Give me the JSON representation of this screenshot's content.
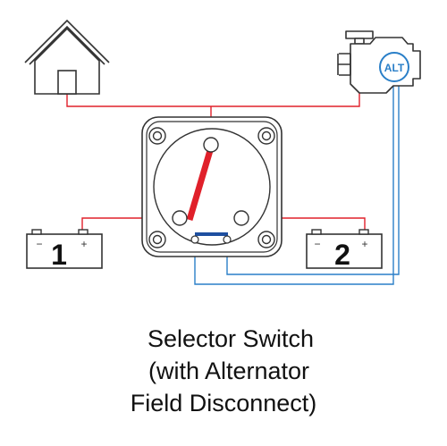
{
  "labels": {
    "alternator": "ALT",
    "battery1_number": "1",
    "battery1_minus": "−",
    "battery1_plus": "+",
    "battery2_number": "2",
    "battery2_minus": "−",
    "battery2_plus": "+"
  },
  "caption": {
    "line1": "Selector Switch",
    "line2": "(with Alternator",
    "line3": "Field Disconnect)"
  },
  "colors": {
    "power_wire": "#e0202a",
    "field_wire": "#2a7fc8",
    "switch_lever": "#e0202a",
    "outline": "#333333",
    "field_contact_bar": "#1e4fa0"
  }
}
